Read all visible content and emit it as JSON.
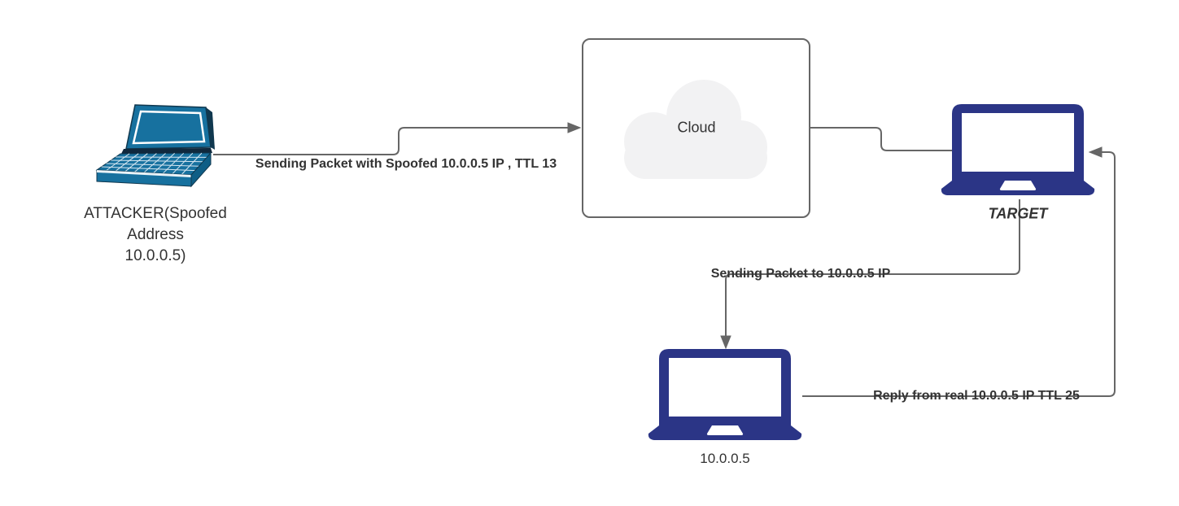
{
  "title": "IP spoofing attack network diagram",
  "colors": {
    "connector": "#666666",
    "box_border": "#666666",
    "text": "#333333",
    "cloud_fill": "#f2f2f3",
    "laptop_navy": "#2b3586",
    "laptop_teal": "#17719f",
    "laptop_teal_dark": "#0f5e86",
    "laptop_teal_edge": "#10384f",
    "laptop_hinge": "#10293d"
  },
  "nodes": {
    "attacker": {
      "label_line1": "ATTACKER(Spoofed",
      "label_line2": "Address",
      "label_line3": "10.0.0.5)",
      "icon": "laptop-3d-icon"
    },
    "cloud": {
      "label": "Cloud",
      "icon": "cloud-icon"
    },
    "target": {
      "label": "TARGET",
      "icon": "laptop-icon"
    },
    "real_host": {
      "label": "10.0.0.5",
      "icon": "laptop-icon"
    }
  },
  "edges": {
    "attacker_to_cloud": {
      "label": "Sending Packet with Spoofed 10.0.0.5 IP , TTL 13",
      "arrow": "into-cloud-right"
    },
    "cloud_to_target": {
      "label": "",
      "arrow": "none"
    },
    "target_to_real_host": {
      "label": "Sending Packet to 10.0.0.5 IP",
      "arrow": "down-into-host"
    },
    "real_host_to_target": {
      "label": "Reply from real 10.0.0.5 IP TTL 25",
      "arrow": "left-into-target"
    }
  }
}
